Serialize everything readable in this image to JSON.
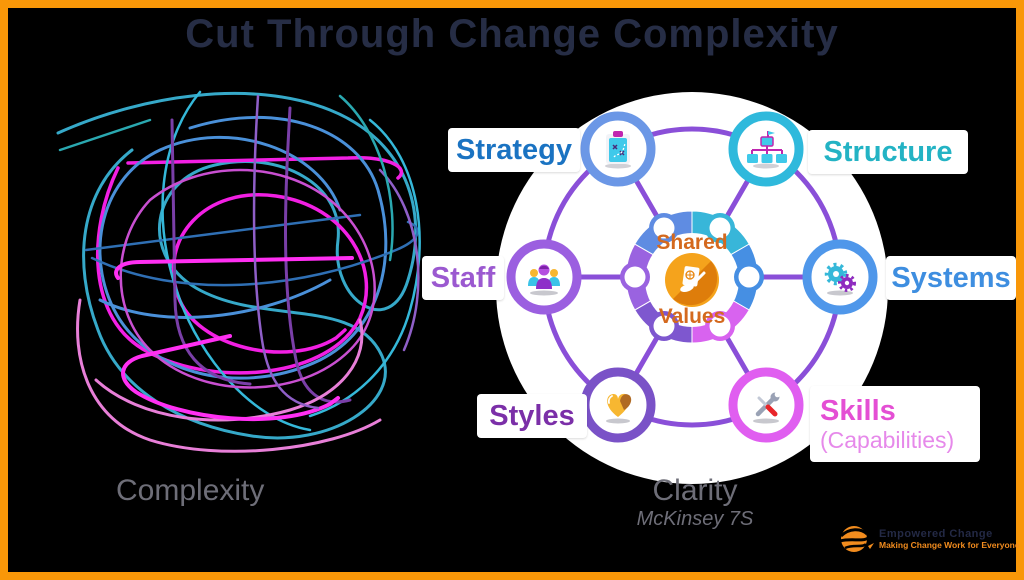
{
  "title": "Cut Through Change Complexity",
  "left": {
    "caption": "Complexity",
    "scribble_colors": [
      "#36a9c9",
      "#f21fe3",
      "#4a90d9",
      "#2f6fb4",
      "#35b8d9",
      "#7a3fa8",
      "#c94fd1",
      "#e87fd8",
      "#ff2ff2",
      "#8f5fc8",
      "#2aa8b0"
    ]
  },
  "right": {
    "caption": "Clarity",
    "subcaption": "McKinsey 7S",
    "center": {
      "word_top": "Shared",
      "word_bottom": "Values",
      "icon": "document-hands-icon",
      "text_color": "#d4691e",
      "badge_color": "#ef8a0e"
    },
    "nodes": [
      {
        "label": "Strategy",
        "label_color": "#1a73c2",
        "ring_color": "#6b97e6",
        "icon": "strategy-clipboard-icon"
      },
      {
        "label": "Structure",
        "label_color": "#23b3c4",
        "ring_color": "#2fb9dc",
        "icon": "org-chart-icon"
      },
      {
        "label": "Staff",
        "label_color": "#9b59d0",
        "ring_color": "#9b5fe0",
        "icon": "people-group-icon"
      },
      {
        "label": "Systems",
        "label_color": "#3e8ee0",
        "ring_color": "#4f97ea",
        "icon": "gears-icon"
      },
      {
        "label": "Styles",
        "label_color": "#7b2fa8",
        "ring_color": "#7a52c7",
        "icon": "heart-hands-icon"
      },
      {
        "label": "Skills",
        "sublabel": "(Capabilities)",
        "label_color": "#e44fd4",
        "sublabel_color": "#e689ea",
        "ring_color": "#e05ef0",
        "icon": "tools-icon"
      }
    ],
    "ring_color": "#8a4fd8"
  },
  "footer_logo": {
    "brand": "Empowered Change",
    "tagline": "Making Change Work for Everyone",
    "icon": "orange-swirl-logo-icon"
  },
  "palette": {
    "border": "#f99708",
    "background": "#000000",
    "title_text": "#262d45",
    "caption_gray": "#6e6e78"
  }
}
